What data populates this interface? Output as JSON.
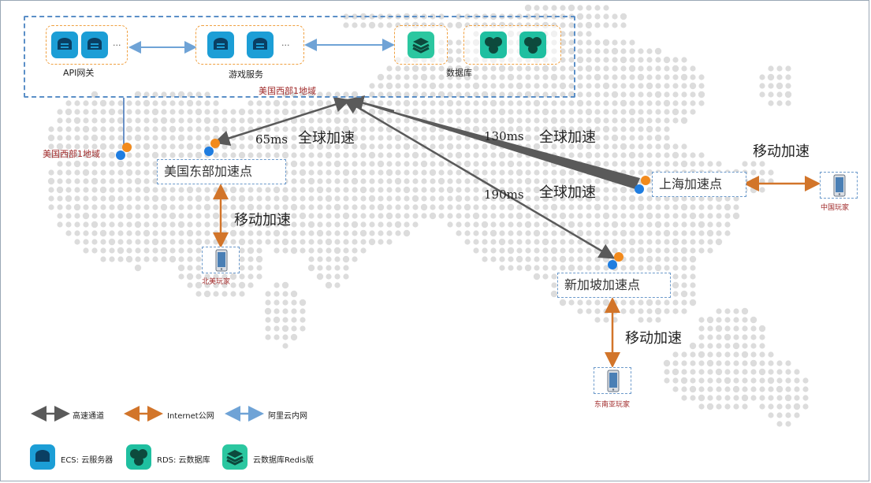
{
  "region": {
    "name": "美国西部1地域",
    "groups": {
      "api_gateway": "API网关",
      "game_service": "游戏服务",
      "database": "数据库"
    },
    "ellipsis": "···",
    "outside_label": "美国西部1地域"
  },
  "links": {
    "global_accel": "全球加速",
    "mobile_accel": "移动加速",
    "latency_us_east": "65ms",
    "latency_shanghai": "130ms",
    "latency_singapore": "190ms"
  },
  "nodes": {
    "us_east": "美国东部加速点",
    "shanghai": "上海加速点",
    "singapore": "新加坡加速点"
  },
  "players": {
    "north_america": "北美玩家",
    "china": "中国玩家",
    "southeast_asia": "东南亚玩家"
  },
  "legend": {
    "high_speed": "高速通道",
    "internet": "Internet公网",
    "intranet": "阿里云内网",
    "ecs": "ECS: 云服务器",
    "rds": "RDS: 云数据库",
    "redis": "云数据库Redis版"
  },
  "colors": {
    "high_speed": "#5a5a5a",
    "internet": "#d2752a",
    "intranet": "#6fa3d6",
    "ecs": "#1c9ed6",
    "rds": "#1fbfa0",
    "accent_orange": "#f28a1c",
    "accent_blue": "#1f7de0"
  }
}
